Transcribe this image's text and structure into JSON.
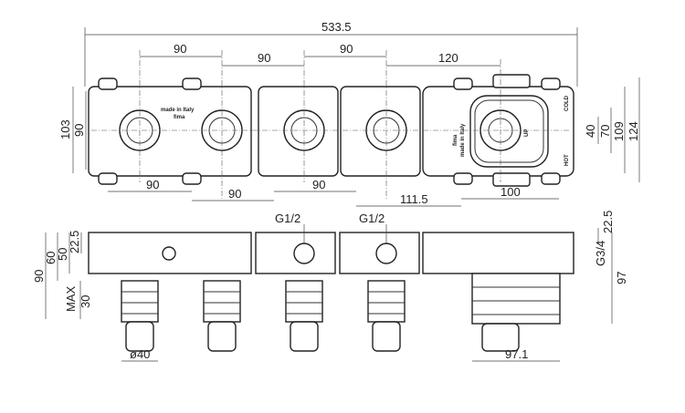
{
  "title": "Fima concealed multi-module valve body technical drawing",
  "top_view": {
    "overall_width": "533.5",
    "spacing_top": [
      "90",
      "90",
      "90",
      "120"
    ],
    "spacing_bottom": [
      "90",
      "90",
      "90",
      "111.5",
      "100"
    ],
    "height_left": [
      "103",
      "90"
    ],
    "height_right": [
      "40",
      "70",
      "109",
      "124"
    ],
    "labels": {
      "brand": "fima",
      "origin": "made in Italy",
      "up": "UP",
      "cold": "COLD",
      "hot": "HOT"
    }
  },
  "side_view": {
    "thread_small": [
      "G1/2",
      "G1/2"
    ],
    "thread_large": "G3/4",
    "left_dims": [
      "90",
      "60",
      "50",
      "22.5",
      "MAX",
      "30"
    ],
    "right_dims": [
      "22.5",
      "97"
    ],
    "diameter": "ø40",
    "width_large": "97.1"
  }
}
